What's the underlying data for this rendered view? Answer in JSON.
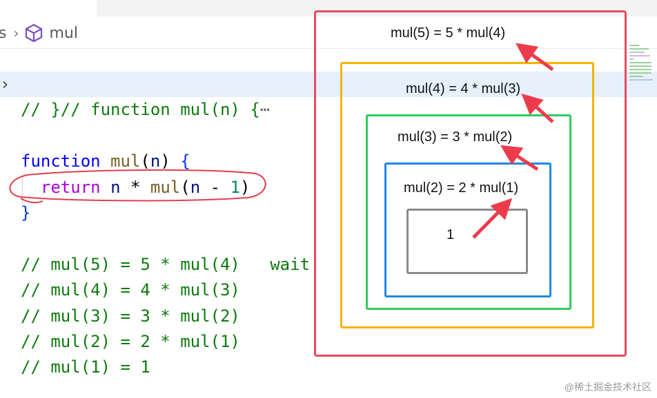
{
  "breadcrumb": {
    "segment_a": "s",
    "segment_b": "mul"
  },
  "code_lines": [
    "// function mul(n) {",
    "// }",
    "",
    "function mul(n) {",
    "return n * mul(n - 1)",
    "}",
    "",
    "// mul(5) = 5 * mul(4)   wait",
    "// mul(4) = 4 * mul(3)",
    "// mul(3) = 3 * mul(2)",
    "// mul(2) = 2 * mul(1)",
    "// mul(1) = 1"
  ],
  "boxes": [
    {
      "label": "mul(5) = 5 * mul(4)",
      "color": "#e84a5f"
    },
    {
      "label": "mul(4) = 4 * mul(3)",
      "color": "#f5b400"
    },
    {
      "label": "mul(3) = 3 * mul(2)",
      "color": "#2ecc5a"
    },
    {
      "label": "mul(2) = 2 * mul(1)",
      "color": "#1e88e5"
    },
    {
      "label": "1",
      "color": "#8a8a8a"
    }
  ],
  "annotation_colors": {
    "arrow": "#ec3c4c",
    "circle": "#e33d4d"
  },
  "icons": {
    "breadcrumb_symbol": "cube-icon",
    "fold": "chevron-right-icon",
    "separator": "chevron-right-icon"
  },
  "watermark": "@稀土掘金技术社区"
}
